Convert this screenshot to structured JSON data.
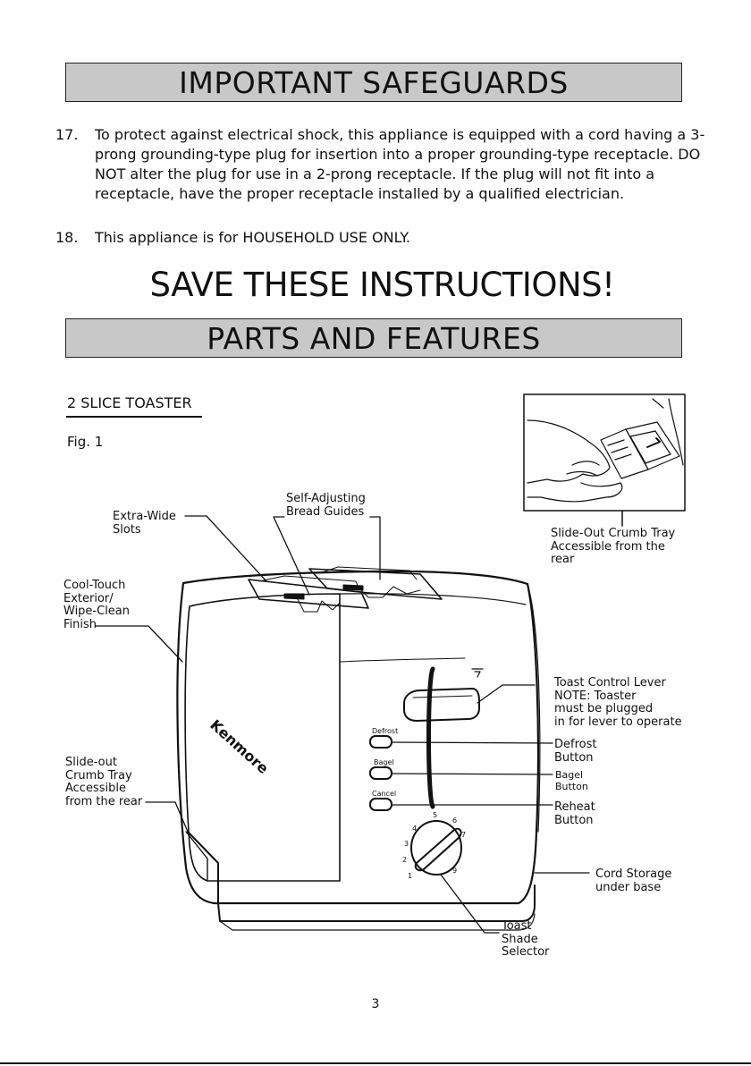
{
  "header": {
    "title": "IMPORTANT SAFEGUARDS"
  },
  "safeguards": [
    {
      "num": "17.",
      "text": "To protect against electrical shock, this appliance is equipped with a cord having a 3-prong grounding-type plug for insertion into a proper grounding-type receptacle. DO NOT alter the plug for use in a 2-prong receptacle. If the plug will not fit into a receptacle, have the proper receptacle installed by a qualified electrician."
    },
    {
      "num": "18.",
      "text_before": "This appliance is for ",
      "text_emph": "HOUSEHOLD USE ONLY",
      "text_after": "."
    }
  ],
  "save_instructions": "SAVE THESE INSTRUCTIONS!",
  "parts_header": {
    "title": "PARTS AND FEATURES"
  },
  "section": {
    "subtitle": "2 SLICE TOASTER",
    "figure_label": "Fig. 1"
  },
  "brand_logo": "Kenmore",
  "callouts": {
    "extra_wide_slots": [
      "Extra-Wide",
      "Slots"
    ],
    "bread_guides": [
      "Self-Adjusting",
      "Bread Guides"
    ],
    "crumb_tray_rear": [
      "Slide-Out Crumb Tray",
      "Accessible from the",
      "rear"
    ],
    "cool_touch": [
      "Cool-Touch",
      "Exterior/",
      "Wipe-Clean",
      "Finish"
    ],
    "toast_lever": [
      "Toast Control Lever",
      "NOTE: Toaster",
      "must be plugged",
      "in for lever to operate"
    ],
    "defrost": [
      "Defrost",
      "Button"
    ],
    "bagel": [
      "Bagel",
      "Button"
    ],
    "reheat": [
      "Reheat",
      "Button"
    ],
    "crumb_tray_side": [
      "Slide-out",
      "Crumb Tray",
      "Accessible",
      "from the rear"
    ],
    "cord_storage": [
      "Cord Storage",
      "under base"
    ],
    "shade_selector": [
      "Toast",
      "Shade",
      "Selector"
    ]
  },
  "toaster_buttons": {
    "defrost": "Defrost",
    "bagel": "Bagel",
    "cancel": "Cancel"
  },
  "dial_numbers": [
    "1",
    "2",
    "3",
    "4",
    "5",
    "6",
    "7",
    "9"
  ],
  "page_number": "3"
}
